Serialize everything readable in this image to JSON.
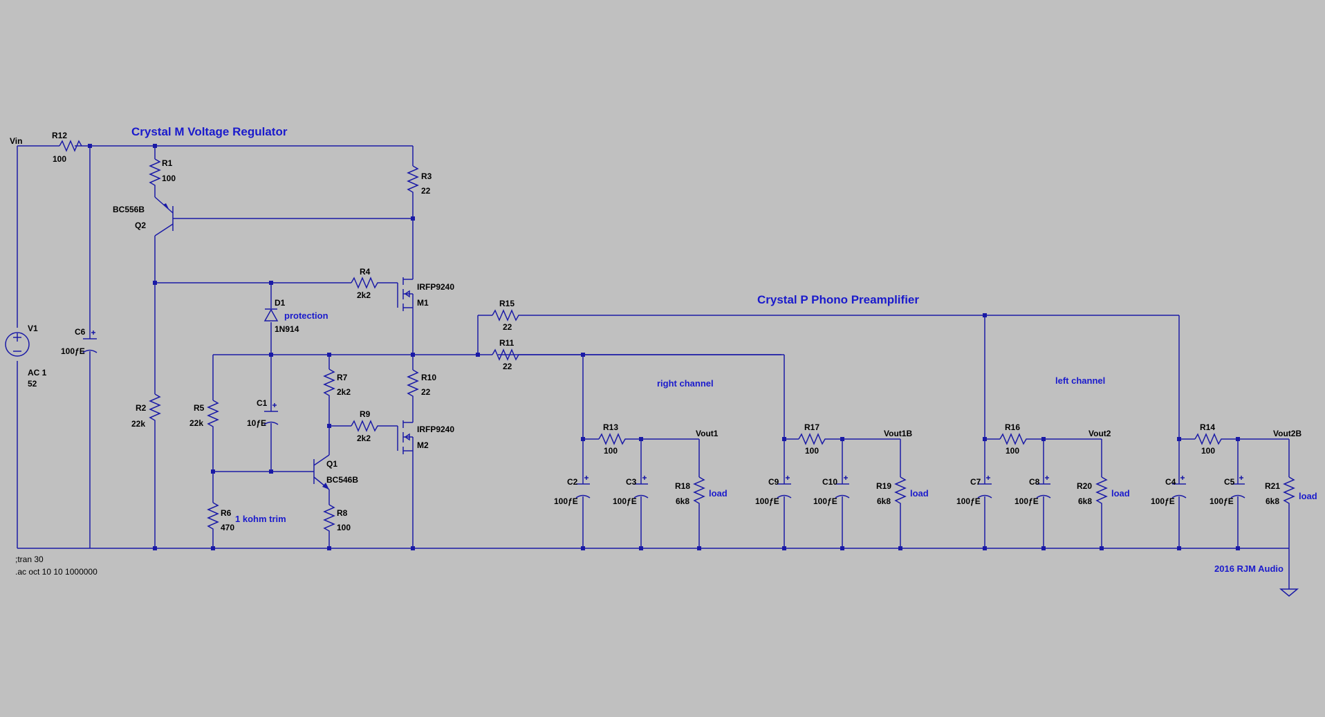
{
  "titles": {
    "regulator": "Crystal M Voltage Regulator",
    "preamp": "Crystal P Phono Preamplifier"
  },
  "comments": {
    "protection": "protection",
    "trim": "1 kohm trim",
    "right_channel": "right channel",
    "left_channel": "left channel",
    "credit": "2016 RJM Audio",
    "load_r": "load",
    "load_r2": "load",
    "load_l": "load",
    "load_l2": "load"
  },
  "directives": {
    "tran": ";tran 30",
    "ac": ".ac oct 10 10 1000000"
  },
  "nets": {
    "vin": "Vin",
    "vout1": "Vout1",
    "vout1b": "Vout1B",
    "vout2": "Vout2",
    "vout2b": "Vout2B"
  },
  "components": {
    "V1": {
      "name": "V1",
      "value": "AC 1",
      "value2": "52"
    },
    "R12": {
      "name": "R12",
      "value": "100"
    },
    "C6": {
      "name": "C6",
      "value": "100ƒE"
    },
    "R1": {
      "name": "R1",
      "value": "100"
    },
    "R3": {
      "name": "R3",
      "value": "22"
    },
    "Q2": {
      "name": "Q2",
      "value": "BC556B"
    },
    "R4": {
      "name": "R4",
      "value": "2k2"
    },
    "M1": {
      "name": "M1",
      "value": "IRFP9240"
    },
    "D1": {
      "name": "D1",
      "value": "1N914"
    },
    "R2": {
      "name": "R2",
      "value": "22k"
    },
    "R5": {
      "name": "R5",
      "value": "22k"
    },
    "C1": {
      "name": "C1",
      "value": "10ƒE"
    },
    "R7": {
      "name": "R7",
      "value": "2k2"
    },
    "R9": {
      "name": "R9",
      "value": "2k2"
    },
    "M2": {
      "name": "M2",
      "value": "IRFP9240"
    },
    "R10": {
      "name": "R10",
      "value": "22"
    },
    "Q1": {
      "name": "Q1",
      "value": "BC546B"
    },
    "R6": {
      "name": "R6",
      "value": "470"
    },
    "R8": {
      "name": "R8",
      "value": "100"
    },
    "R15": {
      "name": "R15",
      "value": "22"
    },
    "R11": {
      "name": "R11",
      "value": "22"
    },
    "R13": {
      "name": "R13",
      "value": "100"
    },
    "C2": {
      "name": "C2",
      "value": "100ƒE"
    },
    "C3": {
      "name": "C3",
      "value": "100ƒE"
    },
    "R18": {
      "name": "R18",
      "value": "6k8"
    },
    "R17": {
      "name": "R17",
      "value": "100"
    },
    "C9": {
      "name": "C9",
      "value": "100ƒE"
    },
    "C10": {
      "name": "C10",
      "value": "100ƒE"
    },
    "R19": {
      "name": "R19",
      "value": "6k8"
    },
    "R16": {
      "name": "R16",
      "value": "100"
    },
    "C7": {
      "name": "C7",
      "value": "100ƒE"
    },
    "C8": {
      "name": "C8",
      "value": "100ƒE"
    },
    "R20": {
      "name": "R20",
      "value": "6k8"
    },
    "R14": {
      "name": "R14",
      "value": "100"
    },
    "C4": {
      "name": "C4",
      "value": "100ƒE"
    },
    "C5": {
      "name": "C5",
      "value": "100ƒE"
    },
    "R21": {
      "name": "R21",
      "value": "6k8"
    }
  },
  "colors": {
    "background": "#c0c0c0",
    "wire": "#1a1aa6",
    "comment_text": "#1a1acc",
    "label_text": "#000000"
  }
}
